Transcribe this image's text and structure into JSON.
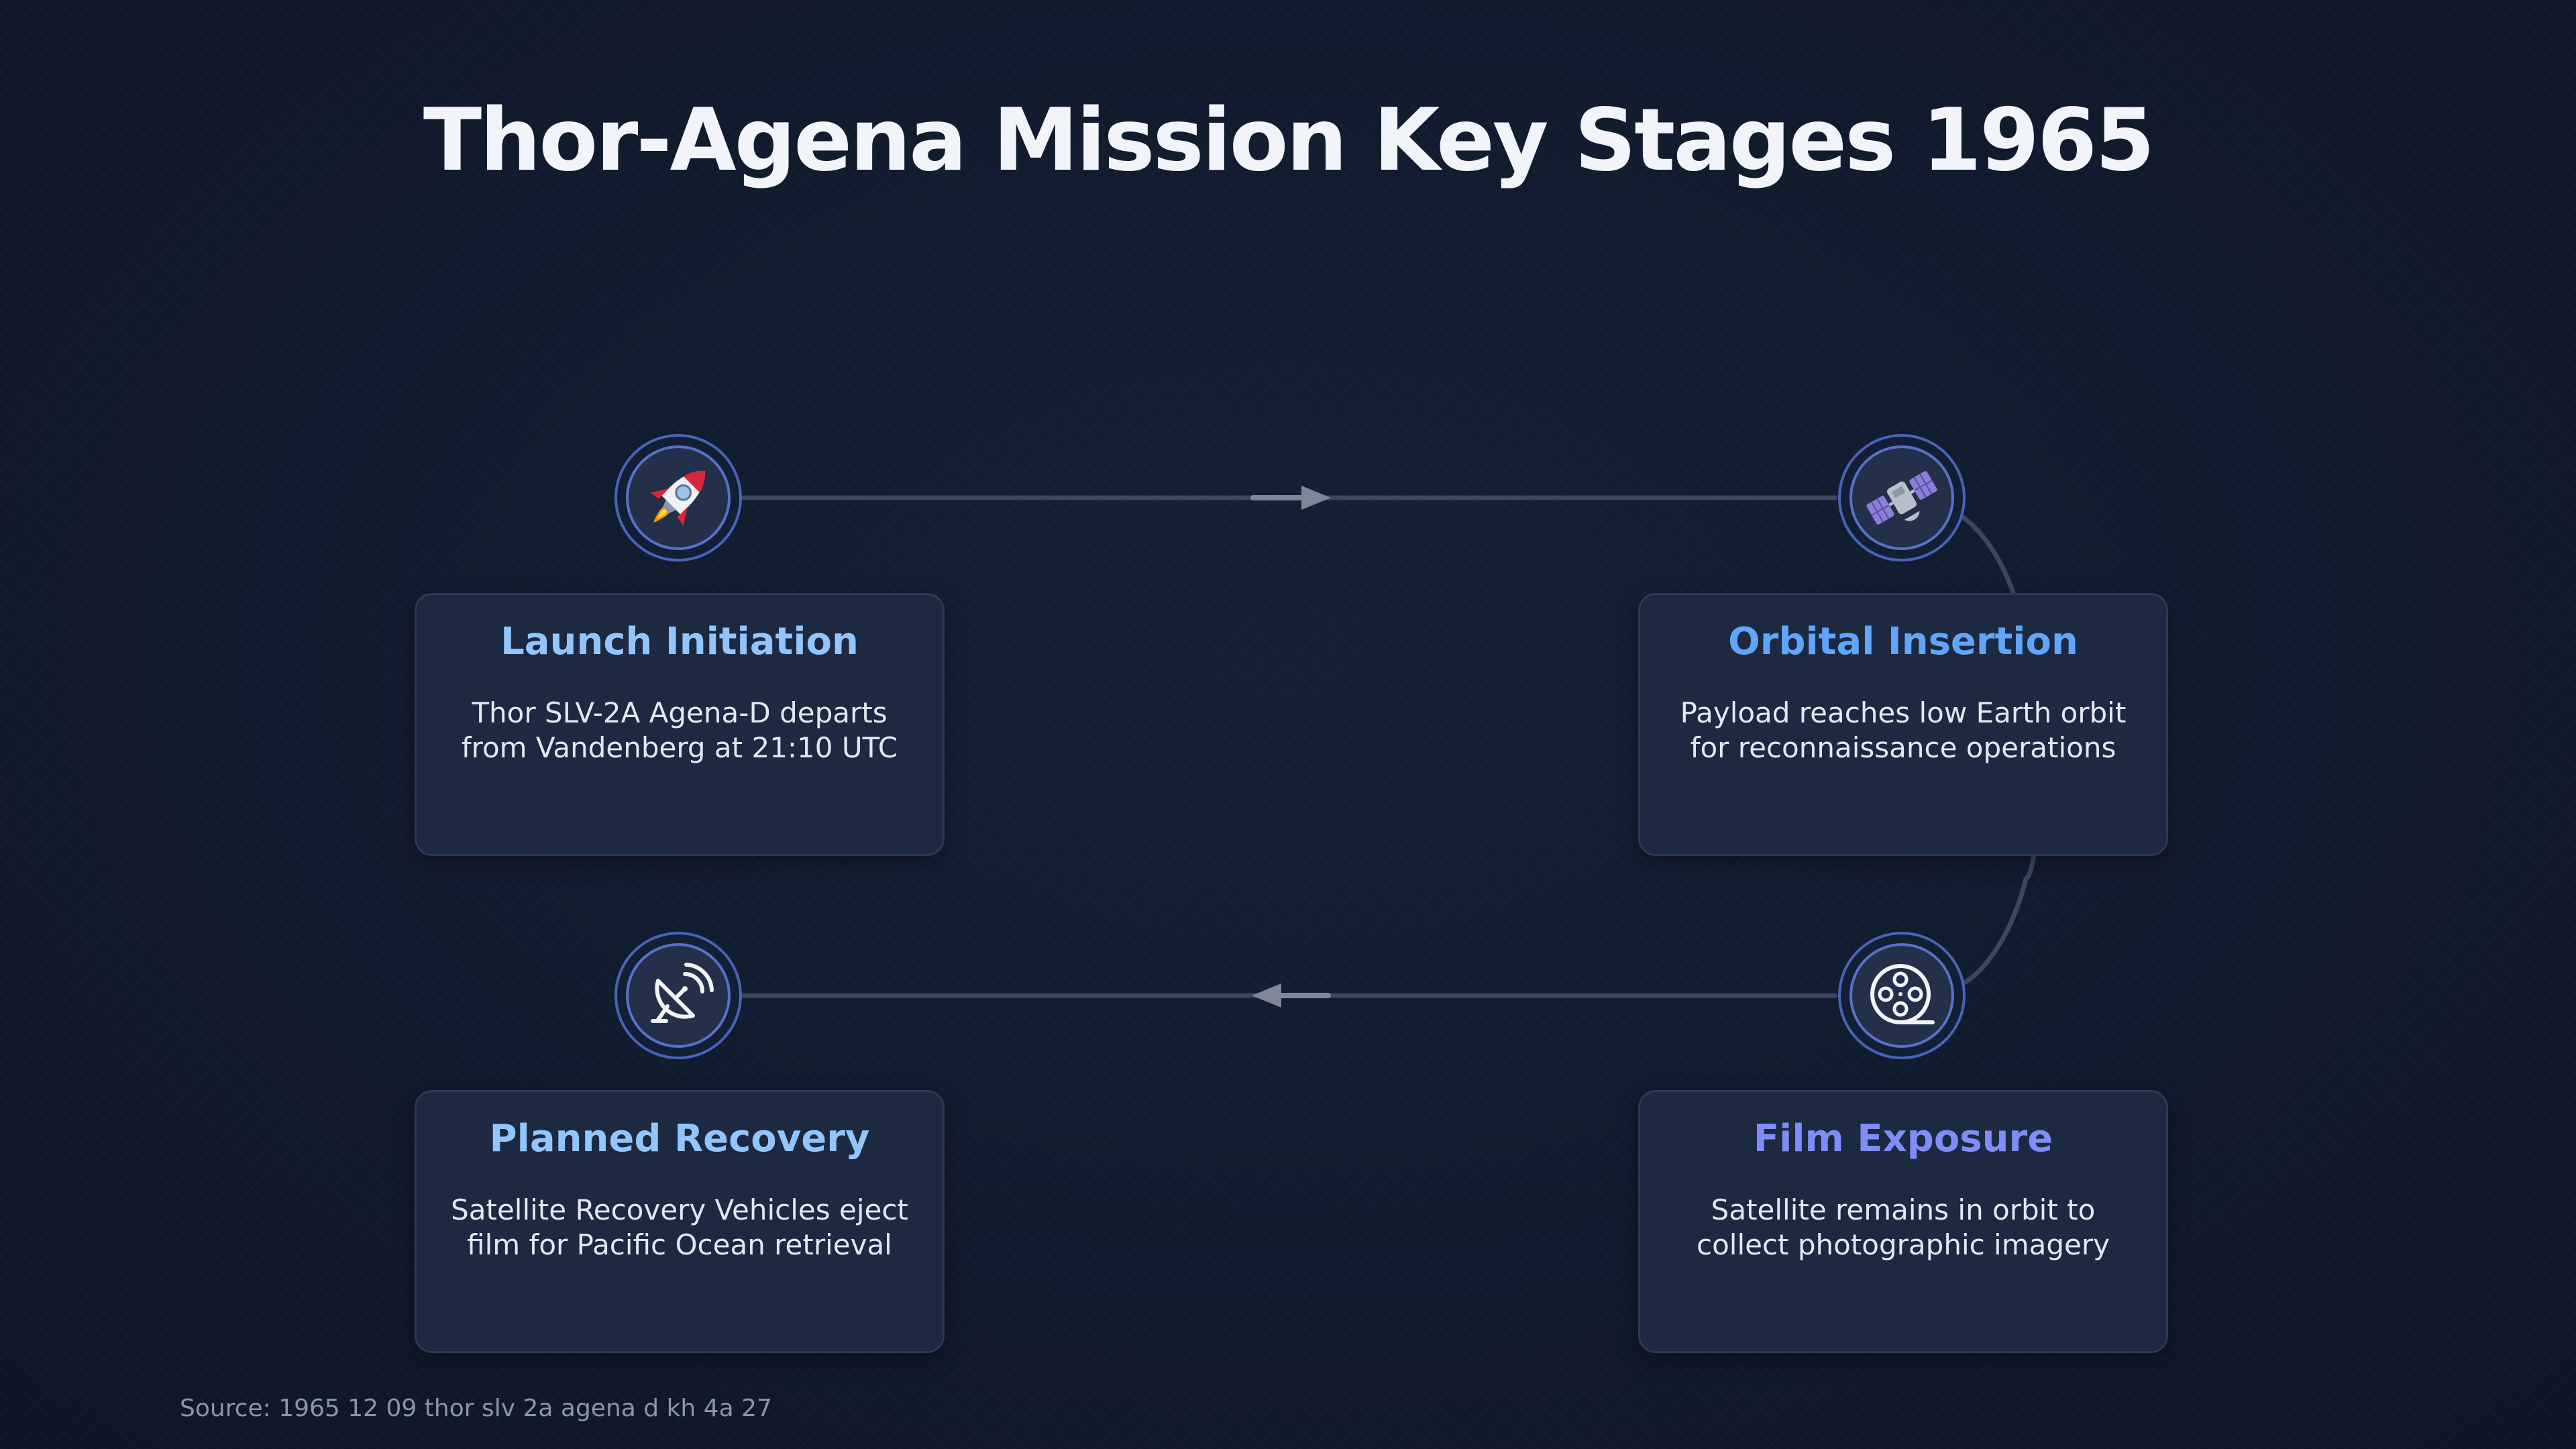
{
  "title": "Thor-Agena Mission Key Stages 1965",
  "stages": [
    {
      "title": "Launch Initiation",
      "description": "Thor SLV-2A Agena-D departs from Vandenberg at 21:10 UTC",
      "icon": "rocket-icon",
      "title_color": "#93c5fd"
    },
    {
      "title": "Orbital Insertion",
      "description": "Payload reaches low Earth orbit for reconnaissance operations",
      "icon": "satellite-icon",
      "title_color": "#60a5fa"
    },
    {
      "title": "Film Exposure",
      "description": "Satellite remains in orbit to collect photographic imagery",
      "icon": "film-reel-icon",
      "title_color": "#818cf8"
    },
    {
      "title": "Planned Recovery",
      "description": "Satellite Recovery Vehicles eject film for Pacific Ocean retrieval",
      "icon": "satellite-dish-icon",
      "title_color": "#93c5fd"
    }
  ],
  "source": "Source: 1965 12 09 thor slv 2a agena d kh 4a 27",
  "colors": {
    "background": "#101a2d",
    "card": "#1c2940",
    "connector": "#3b4660",
    "arrow": "#7d8798"
  }
}
